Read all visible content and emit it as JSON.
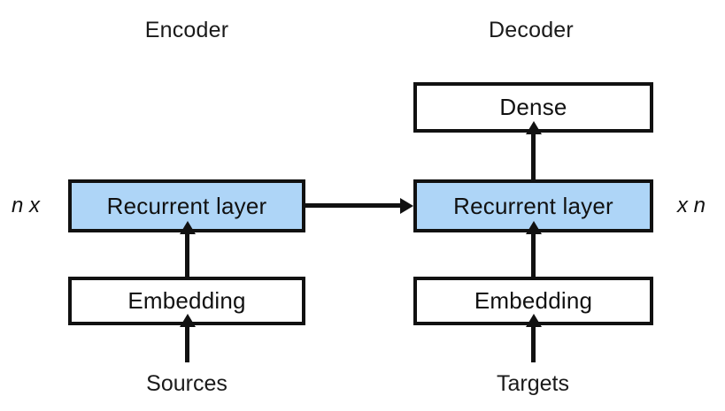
{
  "diagram": {
    "title_encoder": "Encoder",
    "title_decoder": "Decoder",
    "colors": {
      "recurrent_fill": "#aed5f7",
      "box_stroke": "#111111",
      "background": "#ffffff",
      "text": "#1a1a1a"
    },
    "encoder": {
      "repeat_label": "n x",
      "input_label": "Sources",
      "blocks": [
        {
          "name": "recurrent",
          "label": "Recurrent layer",
          "highlighted": true
        },
        {
          "name": "embedding",
          "label": "Embedding",
          "highlighted": false
        }
      ]
    },
    "decoder": {
      "repeat_label": "x n",
      "input_label": "Targets",
      "blocks": [
        {
          "name": "dense",
          "label": "Dense",
          "highlighted": false
        },
        {
          "name": "recurrent",
          "label": "Recurrent layer",
          "highlighted": true
        },
        {
          "name": "embedding",
          "label": "Embedding",
          "highlighted": false
        }
      ]
    },
    "edges": [
      {
        "from": "Sources",
        "to": "Encoder Embedding",
        "direction": "up"
      },
      {
        "from": "Encoder Embedding",
        "to": "Encoder Recurrent layer",
        "direction": "up"
      },
      {
        "from": "Encoder Recurrent layer",
        "to": "Decoder Recurrent layer",
        "direction": "right"
      },
      {
        "from": "Targets",
        "to": "Decoder Embedding",
        "direction": "up"
      },
      {
        "from": "Decoder Embedding",
        "to": "Decoder Recurrent layer",
        "direction": "up"
      },
      {
        "from": "Decoder Recurrent layer",
        "to": "Dense",
        "direction": "up"
      }
    ]
  }
}
